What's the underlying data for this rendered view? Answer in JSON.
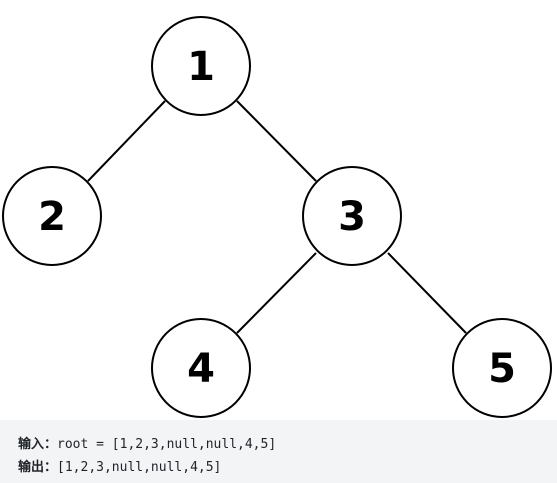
{
  "tree": {
    "nodes": [
      {
        "id": "node-1",
        "label": "1"
      },
      {
        "id": "node-2",
        "label": "2"
      },
      {
        "id": "node-3",
        "label": "3"
      },
      {
        "id": "node-4",
        "label": "4"
      },
      {
        "id": "node-5",
        "label": "5"
      }
    ],
    "edges": [
      {
        "from": "1",
        "to": "2"
      },
      {
        "from": "1",
        "to": "3"
      },
      {
        "from": "3",
        "to": "4"
      },
      {
        "from": "3",
        "to": "5"
      }
    ],
    "colors": {
      "stroke": "#000000",
      "fill": "#ffffff",
      "text": "#000000"
    }
  },
  "example": {
    "input_label": "输入：",
    "input_value": "root = [1,2,3,null,null,4,5]",
    "output_label": "输出：",
    "output_value": "[1,2,3,null,null,4,5]",
    "panel_background": "#f3f4f6"
  }
}
